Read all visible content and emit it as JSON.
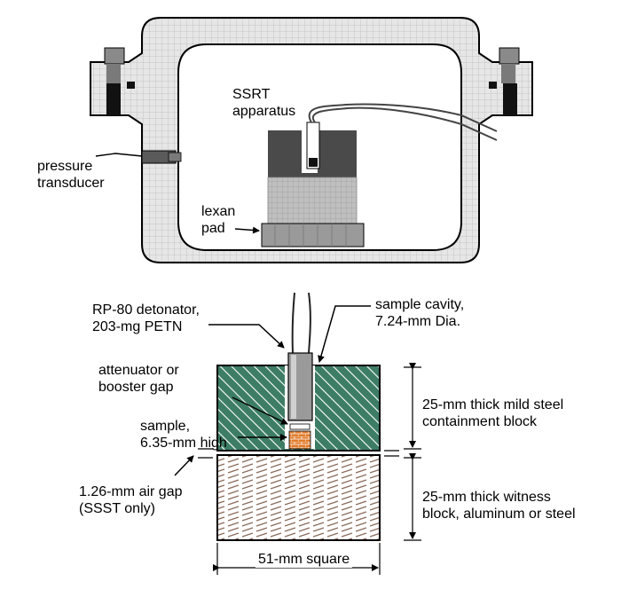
{
  "top_diagram": {
    "apparatus_label": [
      "SSRT",
      "apparatus"
    ],
    "pressure_label": [
      "pressure",
      "transducer"
    ],
    "lexan_label": [
      "lexan",
      "pad"
    ]
  },
  "bottom_diagram": {
    "detonator_label": [
      "RP-80 detonator,",
      "203-mg PETN"
    ],
    "cavity_label": [
      "sample cavity,",
      "7.24-mm Dia."
    ],
    "attenuator_label": [
      "attenuator or",
      "booster gap"
    ],
    "sample_label": [
      "sample,",
      "6.35-mm high"
    ],
    "air_gap_label": [
      "1.26-mm air gap",
      "(SSST only)"
    ],
    "containment_label": [
      "25-mm thick mild steel",
      "containment block"
    ],
    "witness_label": [
      "25-mm thick witness",
      "block, aluminum or steel"
    ],
    "width_label": "51-mm square"
  },
  "colors": {
    "vessel_fill": "#e4e4e4",
    "vessel_pattern": "#b4b4b4",
    "apparatus_dark": "#4a4a4a",
    "containment_fill": "#3b7a63",
    "witness_hatch": "#8a6a5a",
    "sample_fill": "#e07b2a"
  }
}
